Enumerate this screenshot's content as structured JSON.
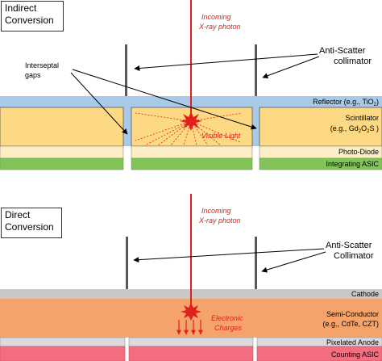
{
  "indirect": {
    "title_line1": "Indirect",
    "title_line2": "Conversion",
    "incoming_line1": "Incoming",
    "incoming_line2": "X-ray photon",
    "antiscatter_line1": "Anti-Scatter",
    "antiscatter_line2": "collimator",
    "interseptal_line1": "Interseptal",
    "interseptal_line2": "gaps",
    "reflector": "Reflector (e.g., TiO",
    "reflector_sub": "2",
    "reflector_end": ")",
    "scintillator_line1": "Scintillator",
    "scintillator_pre": "(e.g., Gd",
    "scintillator_sub1": "2",
    "scintillator_mid": "O",
    "scintillator_sub2": "2",
    "scintillator_end": "S )",
    "visible_light": "Visible Light",
    "photodiode": "Photo-Diode",
    "asic": "Integrating ASIC"
  },
  "direct": {
    "title_line1": "Direct",
    "title_line2": "Conversion",
    "incoming_line1": "Incoming",
    "incoming_line2": "X-ray photon",
    "antiscatter_line1": "Anti-Scatter",
    "antiscatter_line2": "Collimator",
    "cathode": "Cathode",
    "semiconductor_line1": "Semi-Conductor",
    "semiconductor_line2": "(e.g., CdTe, CZT)",
    "electronic_line1": "Electronic",
    "electronic_line2": "Charges",
    "anode": "Pixelated Anode",
    "asic": "Counting ASIC"
  },
  "colors": {
    "reflector": "#a9c9e8",
    "scintillator": "#fcd982",
    "photodiode": "#fdeec4",
    "integrating_asic": "#82c35a",
    "cathode": "#c8c8c8",
    "semiconductor": "#f4a46a",
    "anode": "#dadada",
    "counting_asic": "#f46d80",
    "ray": "#e0201b",
    "septa": "#595959"
  }
}
